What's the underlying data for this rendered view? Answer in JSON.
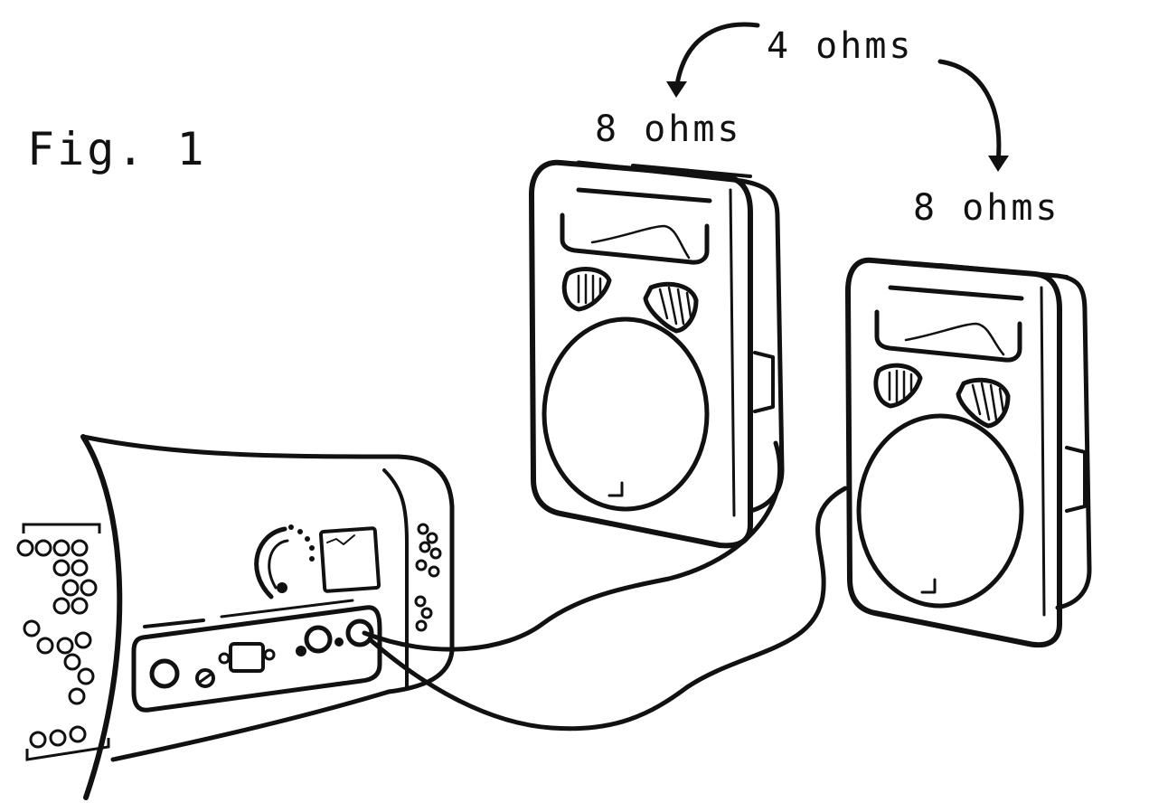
{
  "figure_label": "Fig. 1",
  "combined_impedance": "4 ohms",
  "speakers": [
    {
      "impedance": "8 ohms"
    },
    {
      "impedance": "8 ohms"
    }
  ]
}
